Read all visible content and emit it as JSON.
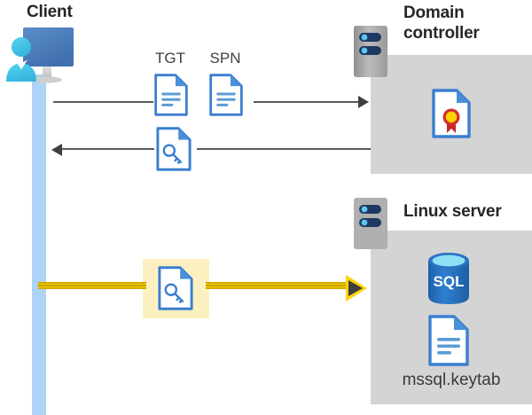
{
  "diagram": {
    "title": "Kerberos authentication flow: Client, Domain controller, Linux server",
    "type": "sequence-flow"
  },
  "colors": {
    "panel_gray": "#d4d4d4",
    "lifeline_blue": "#aed4f5",
    "doc_blue": "#3b7fd0",
    "arrow_gray": "#595959",
    "highlight_yellow": "#fdf0c0",
    "flow_yellow": "#ffd400",
    "monitor_blue": "#4a7ebb",
    "person_cyan": "#3fc0e8",
    "server_gray": "#a6a6a6",
    "server_pill_navy": "#1f3864",
    "sql_blue": "#2a72c2",
    "cert_red": "#d32f2f",
    "cert_gold": "#ffd200",
    "title_text": "#262626"
  },
  "actors": {
    "client": {
      "label": "Client",
      "icon": "user-computer-icon"
    },
    "domain_controller": {
      "label_line1": "Domain",
      "label_line2": "controller",
      "icon": "server-rack-icon",
      "contents": [
        {
          "name": "certificate-document",
          "icon": "certificate-icon",
          "label": ""
        }
      ]
    },
    "linux_server": {
      "label": "Linux server",
      "icon": "server-rack-icon",
      "contents": [
        {
          "name": "sql-database",
          "icon": "sql-database-icon",
          "label": "SQL"
        },
        {
          "name": "keytab-document",
          "icon": "document-icon",
          "label": "mssql.keytab"
        }
      ]
    }
  },
  "messages": [
    {
      "id": "request",
      "direction": "right",
      "from": "client",
      "to": "domain_controller",
      "artifacts": [
        {
          "tag": "TGT",
          "icon": "document-icon"
        },
        {
          "tag": "SPN",
          "icon": "document-icon"
        }
      ],
      "highlighted": false
    },
    {
      "id": "response",
      "direction": "left",
      "from": "domain_controller",
      "to": "client",
      "artifacts": [
        {
          "tag": "",
          "icon": "key-document-icon"
        }
      ],
      "highlighted": false
    },
    {
      "id": "service-ticket",
      "direction": "right",
      "from": "client",
      "to": "linux_server",
      "artifacts": [
        {
          "tag": "",
          "icon": "key-document-icon"
        }
      ],
      "highlighted": true
    }
  ],
  "labels": {
    "tgt": "TGT",
    "spn": "SPN",
    "keytab_file": "mssql.keytab",
    "sql_text": "SQL"
  }
}
